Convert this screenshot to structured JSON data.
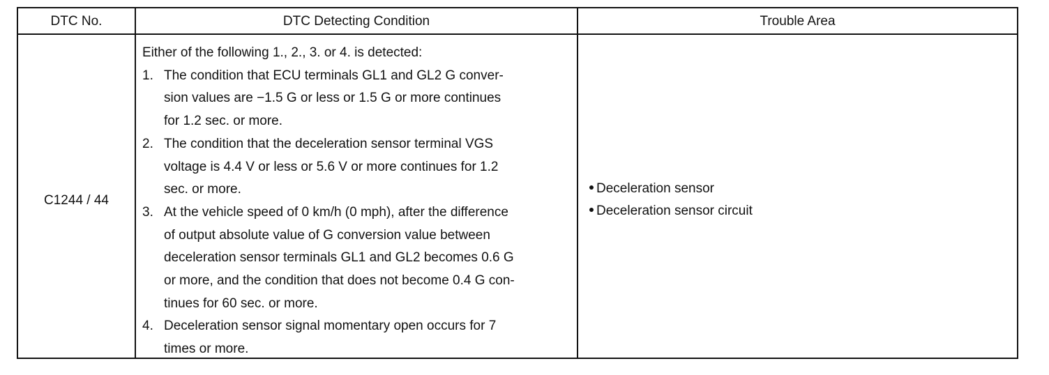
{
  "table": {
    "headers": {
      "dtc_no": "DTC No.",
      "condition": "DTC Detecting Condition",
      "trouble_area": "Trouble Area"
    },
    "row": {
      "dtc_no": "C1244 / 44",
      "condition_intro": "Either of the following 1., 2., 3. or 4. is detected:",
      "conditions": [
        {
          "number": "1.",
          "lines": [
            "The condition that ECU terminals GL1 and GL2 G conver-",
            "sion values are −1.5 G or less or 1.5 G or more continues",
            "for 1.2 sec. or more."
          ]
        },
        {
          "number": "2.",
          "lines": [
            "The condition that the deceleration sensor terminal VGS",
            "voltage is 4.4 V or less or 5.6 V or more continues for 1.2",
            "sec. or more."
          ]
        },
        {
          "number": "3.",
          "lines": [
            "At the vehicle speed of 0 km/h (0 mph), after the difference",
            "of output absolute value of G conversion value between",
            "deceleration sensor terminals GL1 and GL2 becomes 0.6 G",
            "or more, and the condition that does not become 0.4 G con-",
            "tinues for 60 sec. or more."
          ]
        },
        {
          "number": "4.",
          "lines": [
            "Deceleration sensor signal momentary open occurs for 7",
            "times or more."
          ]
        }
      ],
      "trouble_areas": [
        "Deceleration sensor",
        "Deceleration sensor circuit"
      ]
    }
  }
}
